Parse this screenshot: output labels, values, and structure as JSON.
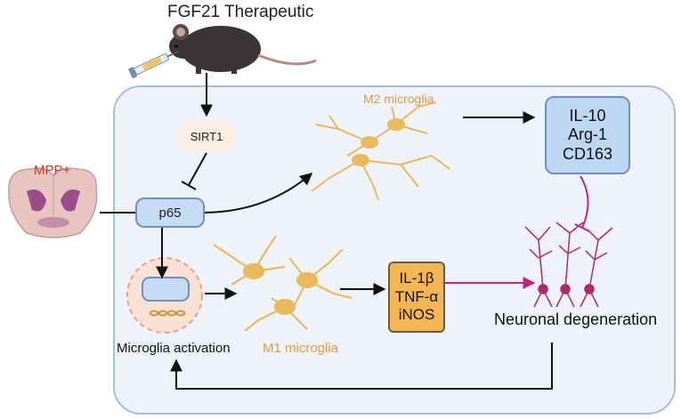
{
  "title": "FGF21 Therapeutic",
  "inputs": {
    "mpp": "MPP+"
  },
  "nodes": {
    "sirt1": "SIRT1",
    "p65": "p65"
  },
  "microglia": {
    "m2_label": "M2 microglia",
    "m1_label": "M1  microglia",
    "activation_label": "Microglia activation"
  },
  "anti_inflammatory": [
    "IL-10",
    "Arg-1",
    "CD163"
  ],
  "pro_inflammatory": [
    "IL-1β",
    "TNF-α",
    "iNOS"
  ],
  "outcome": {
    "label": "Neuronal degeneration"
  },
  "colors": {
    "cell_fill": "#eef3fb",
    "cell_border": "#a9bcd8",
    "mpp_text": "#c0392b",
    "microglia_label": "#e39b3a",
    "microglia_cell": "#e9b95c",
    "sirt1_fill": "#fdf0e2",
    "p65_fill": "#c6dcf5",
    "anti_box_fill": "#bcd6f3",
    "pro_box_fill": "#f4b552",
    "neuron": "#b0286a",
    "inhibit_arrow": "#c2257f"
  }
}
